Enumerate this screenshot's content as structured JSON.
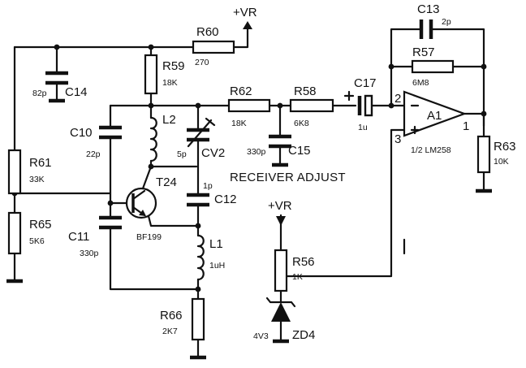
{
  "title": "RECEIVER ADJUST",
  "supply": {
    "top": "+VR",
    "mid": "+VR"
  },
  "components": {
    "R60": {
      "ref": "R60",
      "value": "270"
    },
    "R59": {
      "ref": "R59",
      "value": "18K"
    },
    "R61": {
      "ref": "R61",
      "value": "33K"
    },
    "R65": {
      "ref": "R65",
      "value": "5K6"
    },
    "R62": {
      "ref": "R62",
      "value": "18K"
    },
    "R58": {
      "ref": "R58",
      "value": "6K8"
    },
    "R57": {
      "ref": "R57",
      "value": "6M8"
    },
    "R63": {
      "ref": "R63",
      "value": "10K"
    },
    "R56": {
      "ref": "R56",
      "value": "1K"
    },
    "R66": {
      "ref": "R66",
      "value": "2K7"
    },
    "C14": {
      "ref": "C14",
      "value": "82p"
    },
    "C10": {
      "ref": "C10",
      "value": "22p"
    },
    "C11": {
      "ref": "C11",
      "value": "330p"
    },
    "C12": {
      "ref": "C12",
      "value": "1p"
    },
    "C13": {
      "ref": "C13",
      "value": "2p"
    },
    "C15": {
      "ref": "C15",
      "value": "330p"
    },
    "C17": {
      "ref": "C17",
      "value": "1u"
    },
    "CV2": {
      "ref": "CV2",
      "value": "5p"
    },
    "L1": {
      "ref": "L1",
      "value": "1uH"
    },
    "L2": {
      "ref": "L2"
    },
    "T24": {
      "ref": "T24",
      "value": "BF199"
    },
    "A1": {
      "ref": "A1",
      "value": "1/2 LM258",
      "pin_out": "1",
      "pin_inv": "2",
      "pin_noninv": "3"
    },
    "ZD4": {
      "ref": "ZD4",
      "value": "4V3"
    }
  }
}
